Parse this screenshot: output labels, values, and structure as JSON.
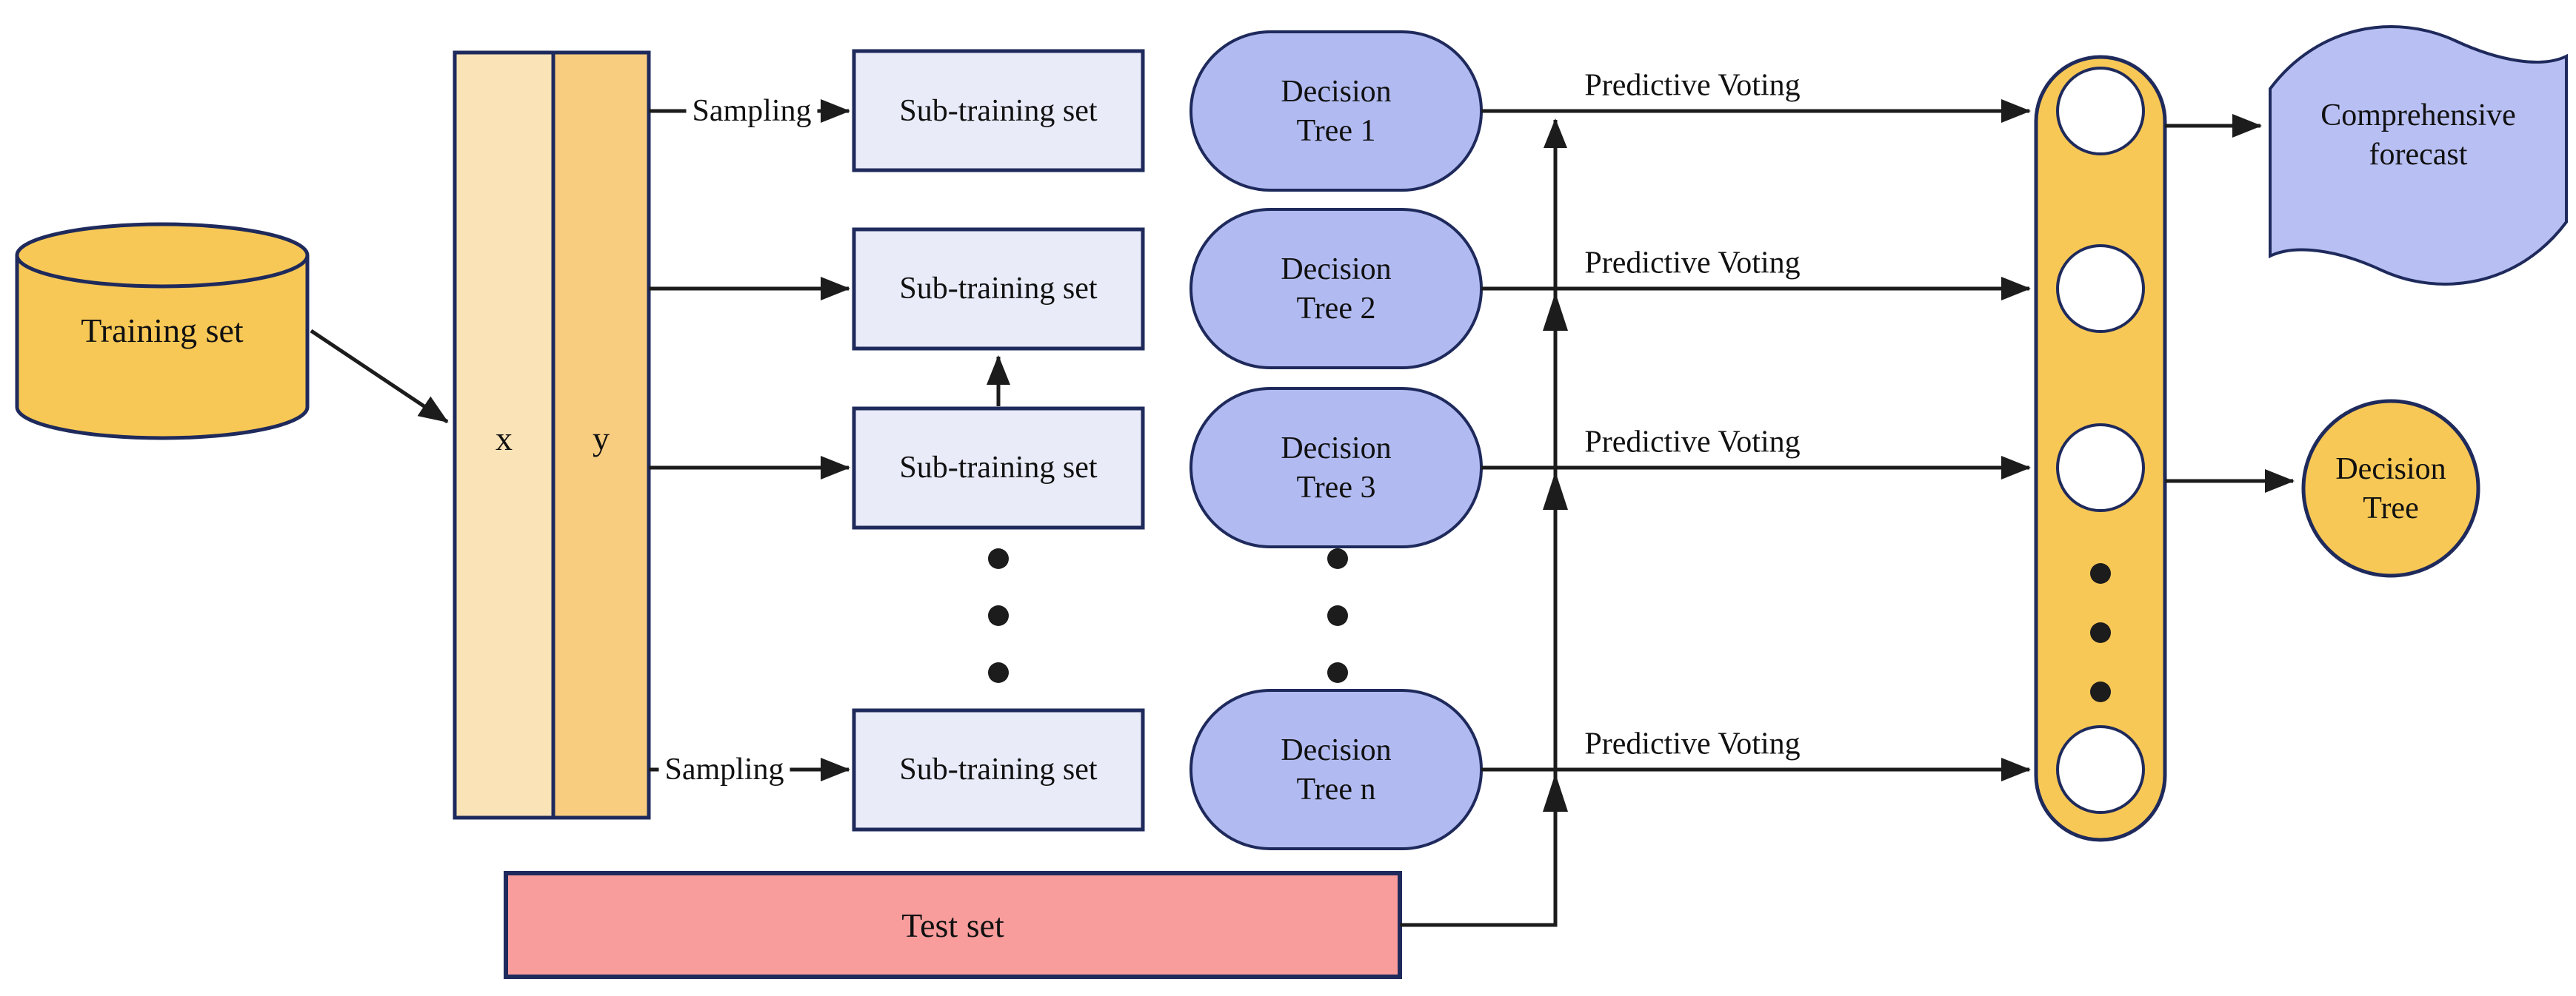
{
  "colors": {
    "node-orange": "#F8C856",
    "col-x": "#FBE3B8",
    "col-y": "#F8CD80",
    "box-lavender": "#E9EBF9",
    "capsule-periwinkle": "#B2BBF1",
    "flag-periwinkle": "#B8BFF3",
    "test-pink": "#F89C9C",
    "border-navy": "#1F2A5C",
    "line-black": "#1C1C1C",
    "text-black": "#111111",
    "canvas-bg": "#FFFFFF"
  },
  "diagram": {
    "training_set": {
      "label": "Training set"
    },
    "feature_matrix": {
      "x_label": "x",
      "y_label": "y"
    },
    "sampling_label": "Sampling",
    "sub_training_sets": [
      {
        "label": "Sub-training set"
      },
      {
        "label": "Sub-training set"
      },
      {
        "label": "Sub-training set"
      },
      {
        "label": "Sub-training set"
      }
    ],
    "decision_trees": [
      {
        "line1": "Decision",
        "line2": "Tree 1"
      },
      {
        "line1": "Decision",
        "line2": "Tree 2"
      },
      {
        "line1": "Decision",
        "line2": "Tree 3"
      },
      {
        "line1": "Decision",
        "line2": "Tree n"
      }
    ],
    "predictive_voting_label": "Predictive Voting",
    "test_set": {
      "label": "Test set"
    },
    "comprehensive_forecast": {
      "line1": "Comprehensive",
      "line2": "forecast"
    },
    "final_decision_tree": {
      "line1": "Decision",
      "line2": "Tree"
    }
  }
}
